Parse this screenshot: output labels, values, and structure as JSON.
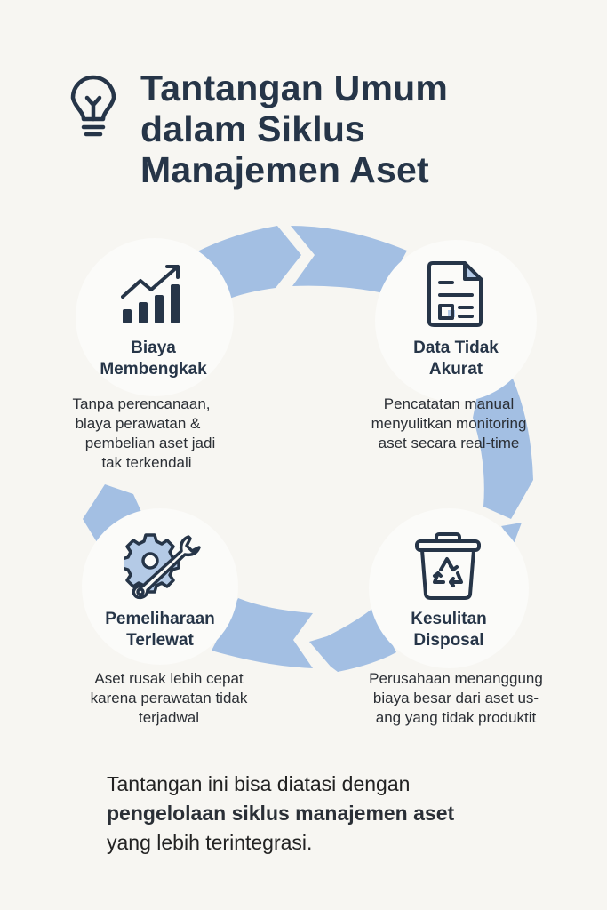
{
  "header": {
    "icon": "lightbulb-icon",
    "title_lines": [
      "Tantangan Umum",
      "dalam Siklus",
      "Manajemen Aset"
    ]
  },
  "colors": {
    "background": "#f7f6f2",
    "ring": "#a3bfe3",
    "node_fill": "#fbfbf9",
    "text_dark": "#263548",
    "icon_accent": "#b4cae6"
  },
  "challenges": [
    {
      "icon": "growth-chart-icon",
      "title_lines": [
        "Biaya",
        "Membengkak"
      ],
      "desc_lines": [
        "Tanpa perencanaan,",
        "blaya perawatan &",
        "pembelian aset jadi",
        "tak terkendali"
      ]
    },
    {
      "icon": "document-icon",
      "title_lines": [
        "Data Tidak",
        "Akurat"
      ],
      "desc_lines": [
        "Pencatatan manual",
        "menyulitkan monitoring",
        "aset secara real-time"
      ]
    },
    {
      "icon": "gear-wrench-icon",
      "title_lines": [
        "Pemeliharaan",
        "Terlewat"
      ],
      "desc_lines": [
        "Aset rusak lebih cepat",
        "karena perawatan tidak",
        "terjadwal"
      ]
    },
    {
      "icon": "recycle-bin-icon",
      "title_lines": [
        "Kesulitan",
        "Disposal"
      ],
      "desc_lines": [
        "Perusahaan menanggung",
        "biaya besar dari aset us-",
        "ang yang tidak produktit"
      ]
    }
  ],
  "footer": {
    "line1": "Tantangan ini bisa diatasi dengan",
    "line2_bold": "pengelolaan siklus manajemen aset",
    "line3": "yang lebih terintegrasi."
  }
}
